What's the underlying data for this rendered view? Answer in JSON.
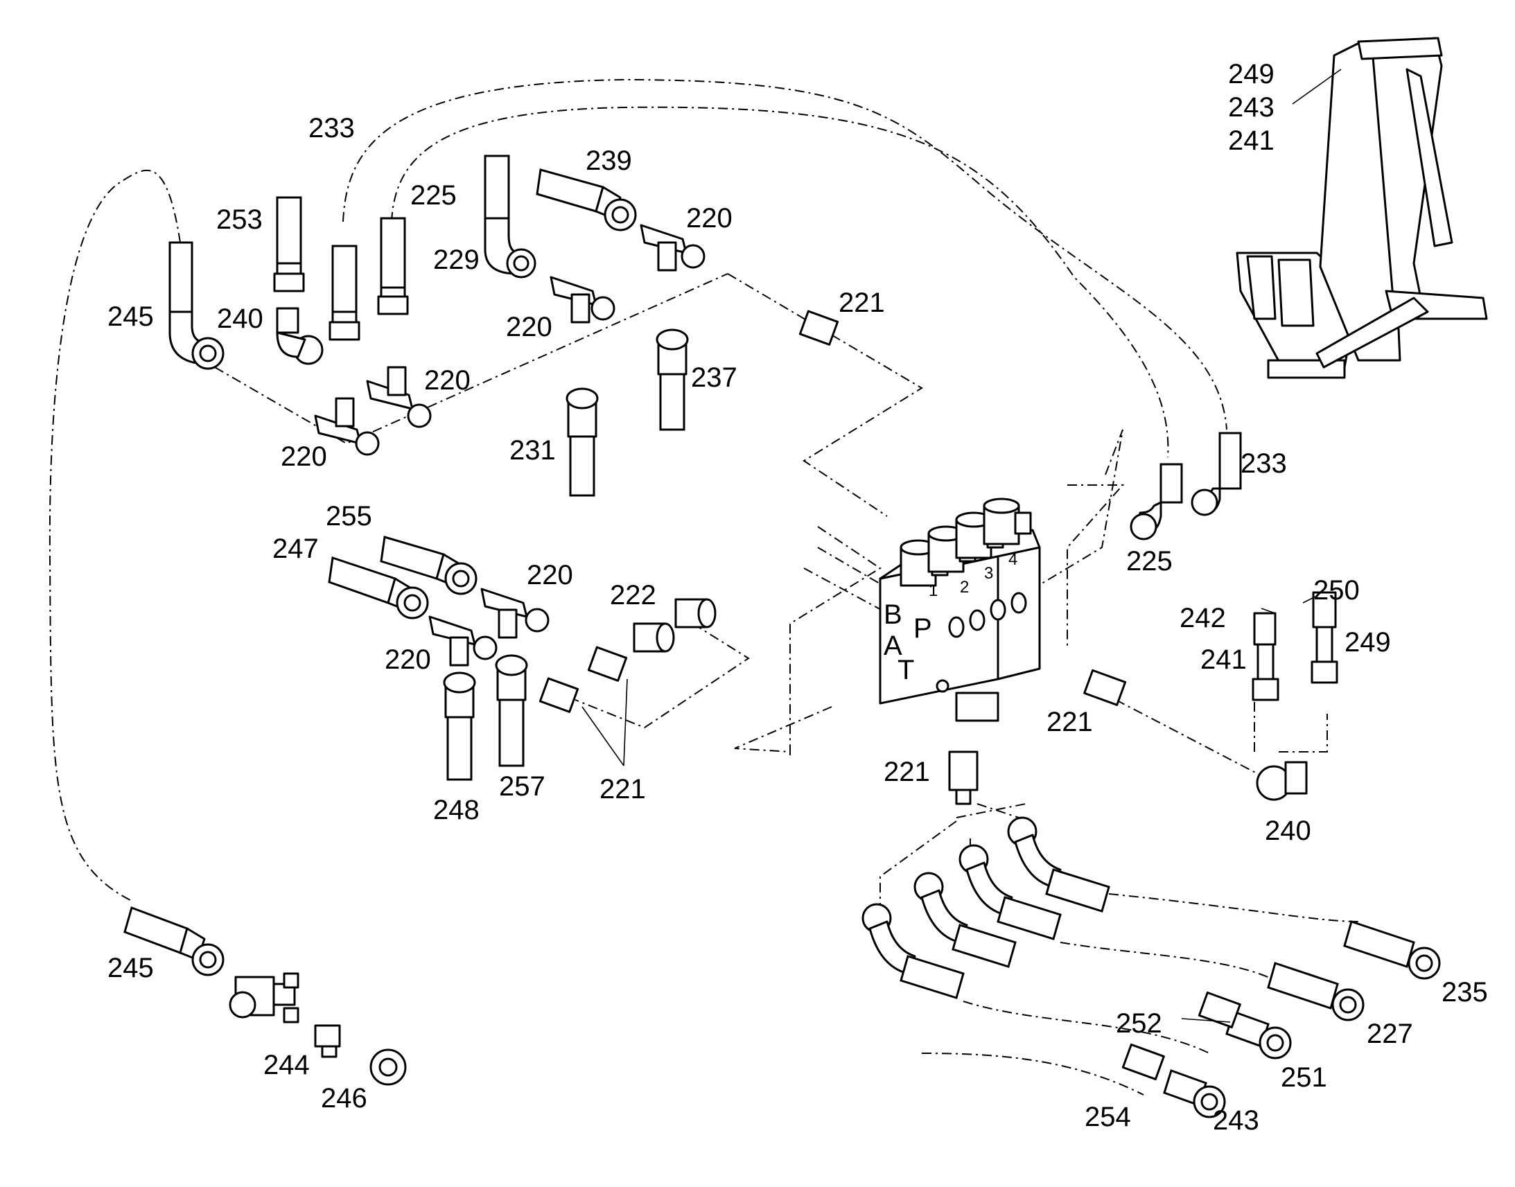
{
  "labels": {
    "l249_top": "249",
    "l243_top": "243",
    "l241_top": "241",
    "l233_a": "233",
    "l225_a": "225",
    "l239": "239",
    "l220_a": "220",
    "l253": "253",
    "l229": "229",
    "l245_a": "245",
    "l240_a": "240",
    "l220_b": "220",
    "l221_a": "221",
    "l237": "237",
    "l220_c": "220",
    "l231": "231",
    "l220_d": "220",
    "l233_b": "233",
    "l225_b": "225",
    "l255": "255",
    "l247": "247",
    "l220_e": "220",
    "l222": "222",
    "l250": "250",
    "l242": "242",
    "l249_b": "249",
    "l241_b": "241",
    "l220_f": "220",
    "l221_b": "221",
    "l248": "248",
    "l257": "257",
    "l221_c": "221",
    "l221_d": "221",
    "l240_b": "240",
    "l245_b": "245",
    "l235": "235",
    "l227": "227",
    "l244": "244",
    "l252": "252",
    "l251": "251",
    "l246": "246",
    "l254": "254",
    "l243_b": "243"
  },
  "valve_block": {
    "port_B": "B",
    "port_P": "P",
    "port_A": "A",
    "port_T": "T",
    "sec_1": "1",
    "sec_2": "2",
    "sec_3": "3",
    "sec_4": "4"
  }
}
